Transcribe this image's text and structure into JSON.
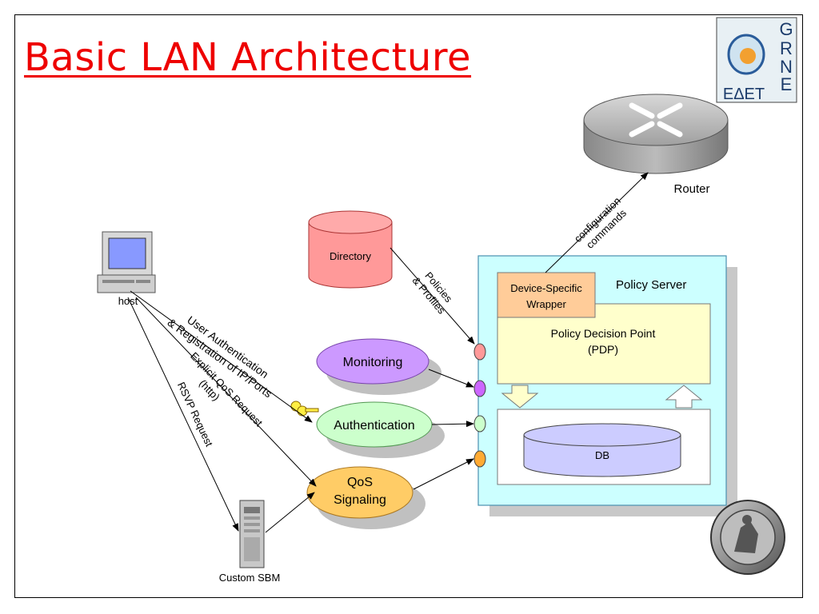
{
  "title": "Basic LAN Architecture",
  "logo": {
    "letters": [
      "G",
      "R",
      "N",
      "E"
    ],
    "bottom": "ΕΔΕΤ"
  },
  "nodes": {
    "router": "Router",
    "host": "host",
    "directory": "Directory",
    "monitoring": "Monitoring",
    "authentication": "Authentication",
    "qos_line1": "QoS",
    "qos_line2": "Signaling",
    "custom_sbm": "Custom SBM",
    "policy_server": "Policy Server",
    "wrapper_line1": "Device-Specific",
    "wrapper_line2": "Wrapper",
    "pdp_line1": "Policy Decision Point",
    "pdp_line2": "(PDP)",
    "db": "DB"
  },
  "edges": {
    "config_line1": "configuration",
    "config_line2": "commands",
    "policies_line1": "Policies",
    "policies_line2": "& Profiles",
    "user_auth_line1": "User Authentication",
    "user_auth_line2": "& Registration of IP/Ports",
    "explicit_line1": "Explicit QoS Request",
    "explicit_line2": "(http)",
    "rsvp": "RSVP Request"
  },
  "colors": {
    "title": "#ee0000",
    "directory": "#ff9999",
    "monitoring": "#cc99ff",
    "authentication": "#ccffcc",
    "qos": "#ffcc66",
    "policy_server": "#ccffff",
    "pdp": "#ffffcc",
    "wrapper": "#ffcc99",
    "db": "#ccccff",
    "port_red": "#ff9999",
    "port_purple": "#cc66ff",
    "port_green": "#ccffcc",
    "port_orange": "#ffaa33"
  }
}
